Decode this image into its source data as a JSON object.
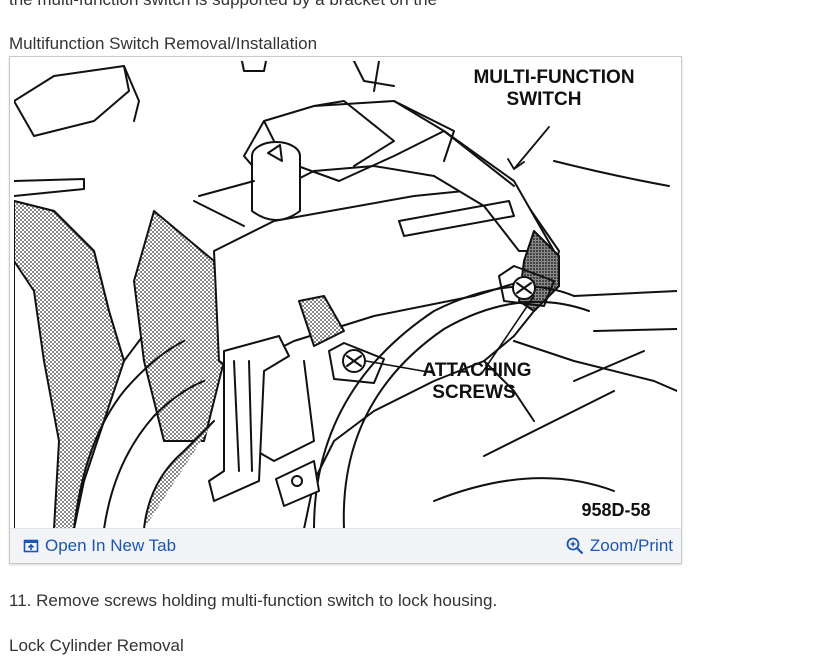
{
  "page": {
    "partial_top_text": "the multi-function switch is supported by a bracket on the",
    "figure_title": "Multifunction Switch Removal/Installation",
    "step_text": "11. Remove screws holding multi-function switch to lock housing.",
    "partial_bottom_text": "Lock Cylinder Removal"
  },
  "diagram": {
    "callout_switch_line1": "MULTI-FUNCTION",
    "callout_switch_line2": "SWITCH",
    "callout_screws_line1": "ATTACHING",
    "callout_screws_line2": "SCREWS",
    "figure_code": "958D-58"
  },
  "toolbar": {
    "open_tab_label": "Open In New Tab",
    "zoom_label": "Zoom/Print",
    "open_icon": "open-new-tab-icon",
    "zoom_icon": "magnifier-icon",
    "link_color": "#1a56b8"
  }
}
